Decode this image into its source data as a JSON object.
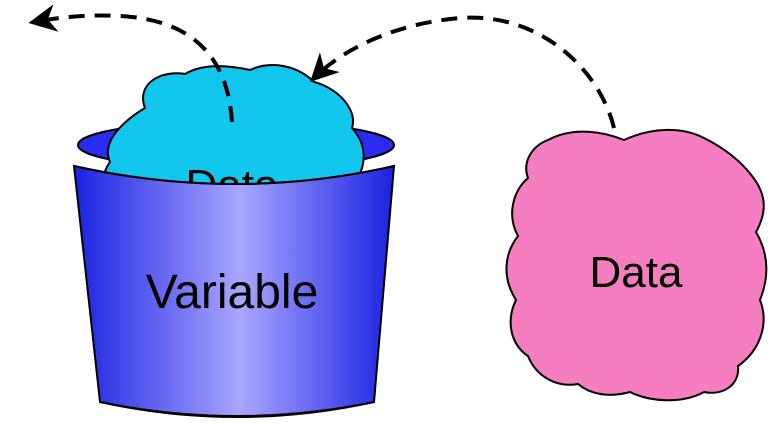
{
  "diagram": {
    "variable_label": "Variable",
    "old_data_label": "Data",
    "new_data_label": "Data",
    "colors": {
      "bucket_dark": "#1a22e0",
      "bucket_light": "#a9a6ff",
      "bucket_rim": "#2a2cf2",
      "old_data_fill": "#12c7ee",
      "new_data_fill": "#f57dc0",
      "stroke": "#000000"
    }
  }
}
